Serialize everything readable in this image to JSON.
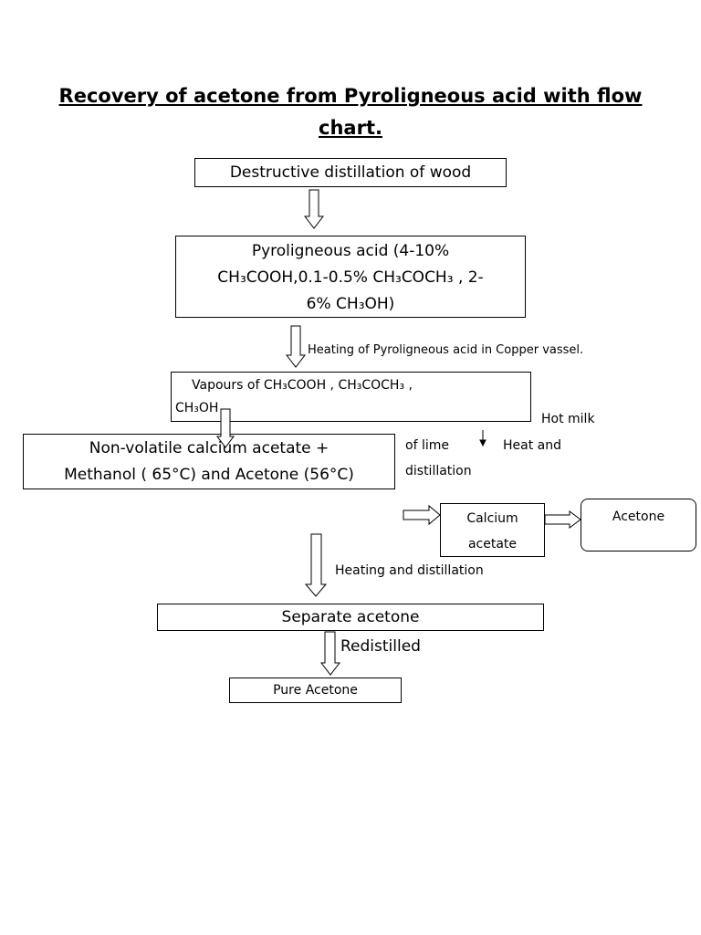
{
  "title": "Recovery of acetone from Pyroligneous acid with flow chart.",
  "nodes": {
    "destructive": "Destructive distillation of wood",
    "pyro_l1": "Pyroligneous acid (4-10%",
    "pyro_l2": "CH₃COOH,0.1-0.5% CH₃COCH₃ , 2-",
    "pyro_l3": "6% CH₃OH)",
    "vapours_l1": "Vapours of CH₃COOH , CH₃COCH₃ ,",
    "vapours_l2": "CH₃OH",
    "nonvolatile_l1": "Non-volatile calcium acetate +",
    "nonvolatile_l2": "Methanol ( 65°C) and Acetone (56°C)",
    "calcium_l1": "Calcium",
    "calcium_l2": "acetate",
    "acetone": "Acetone",
    "separate": "Separate acetone",
    "pure": "Pure Acetone"
  },
  "labels": {
    "heating_copper": "Heating of Pyroligneous acid in Copper vassel.",
    "hot_milk": "Hot milk",
    "of_lime": "of lime",
    "heat_and": "Heat and",
    "distillation": "distillation",
    "heating_distillation": "Heating and distillation",
    "redistilled": "Redistilled"
  }
}
